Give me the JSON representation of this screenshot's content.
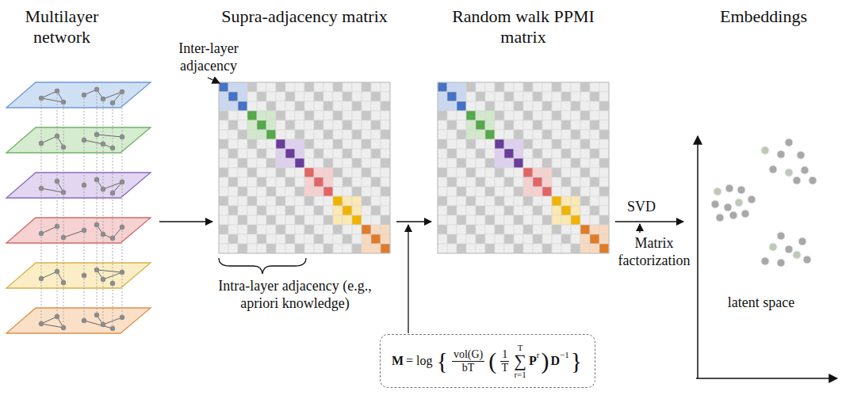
{
  "diagram": {
    "nodes": [
      {
        "text": [
          "Multilayer network"
        ]
      },
      {
        "text": [
          "Supra-adjacency matrix"
        ]
      },
      {
        "text": [
          "Random walk PPMI matrix"
        ]
      },
      {
        "text": [
          "Embeddings"
        ]
      },
      {
        "text": [
          "M",
          "= log",
          "{",
          "vol(G)",
          "bT",
          "(",
          "1",
          "T",
          "∑",
          "T",
          "r=1",
          "P",
          "r",
          ")",
          "D",
          "−1",
          "}"
        ]
      }
    ],
    "edges": [
      {
        "from": 0,
        "to": 1,
        "arrow": "to"
      },
      {
        "from": 1,
        "to": 2,
        "arrow": "to"
      },
      {
        "from": 2,
        "to": 3,
        "label": "SVD",
        "arrow": "to"
      }
    ],
    "labels": [
      "Inter-layer adjacency",
      "Intra-layer adjacency (e.g., apriori knowledge)",
      "Matrix factorization",
      "latent space"
    ]
  }
}
